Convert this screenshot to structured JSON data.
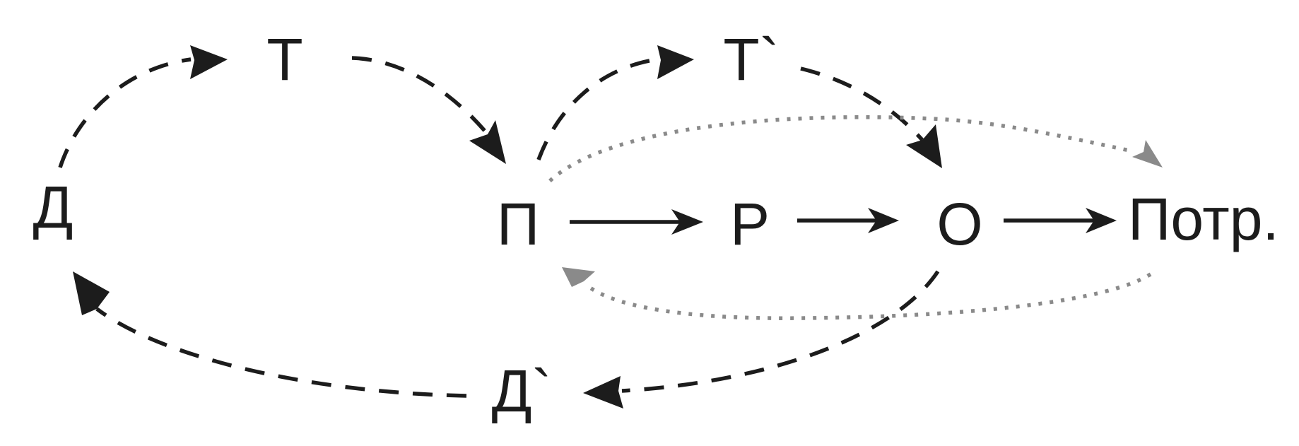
{
  "nodes": {
    "d": "Д",
    "t": "Т",
    "p": "П",
    "t_prime": "Т`",
    "r": "Р",
    "o": "О",
    "potr": "Потр.",
    "d_prime": "Д`"
  },
  "colors": {
    "main": "#1c1c1c",
    "secondary": "#8a8a8a",
    "background": "#ffffff"
  }
}
